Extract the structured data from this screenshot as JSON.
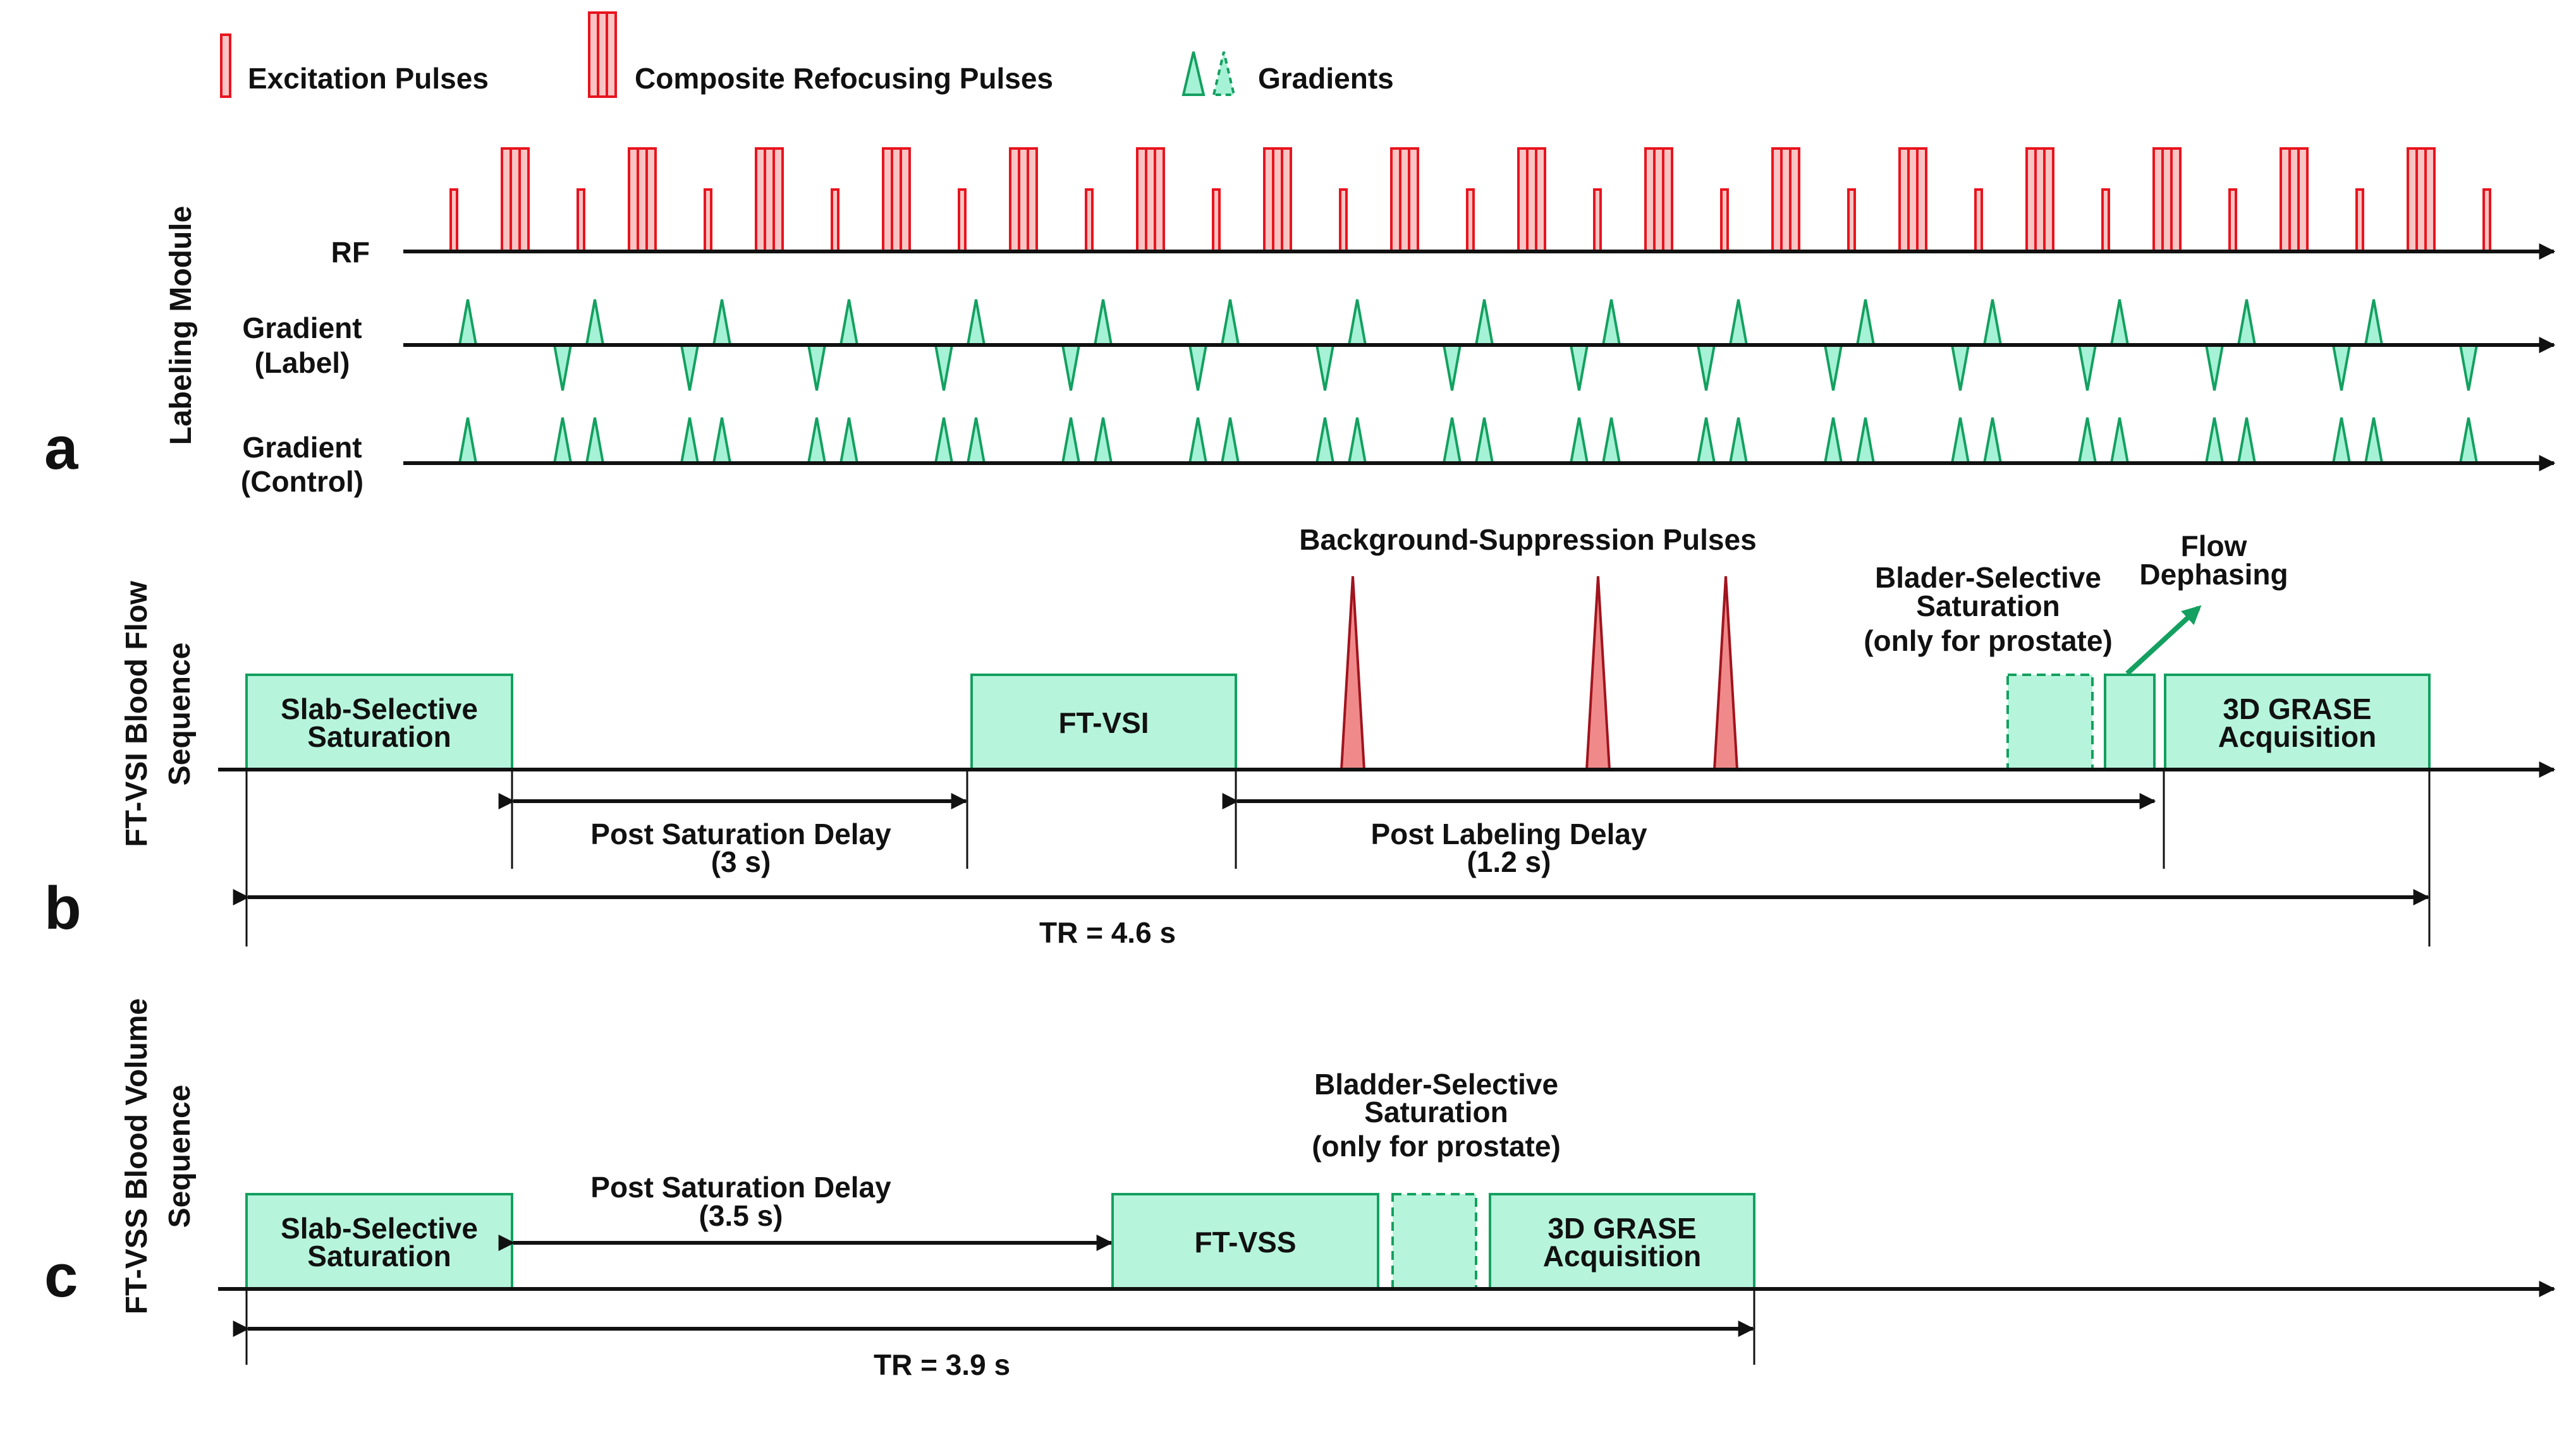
{
  "colors": {
    "rf_stroke": "#e8141e",
    "rf_fill": "#f8c4c4",
    "grad_stroke": "#14a060",
    "grad_fill": "#a6f2d6",
    "bs_stroke": "#a0141e",
    "bs_fill": "#f08a8a",
    "arrow": "#111111",
    "flow_arrow": "#14a060"
  },
  "legend": {
    "excitation": "Excitation Pulses",
    "composite": "Composite Refocusing Pulses",
    "gradients": "Gradients",
    "excitation_icon": "excitation-pulse-icon",
    "composite_icon": "composite-pulse-icon",
    "gradient_icon": "gradient-triangle-icon"
  },
  "panel_a": {
    "letter": "a",
    "side_label": "Labeling Module",
    "rf_label": "RF",
    "gl_label_1": "Gradient",
    "gl_label_2": "(Label)",
    "gc_label_1": "Gradient",
    "gc_label_2": "(Control)"
  },
  "panel_b": {
    "letter": "b",
    "side_label_1": "FT-VSI Blood Flow",
    "side_label_2": "Sequence",
    "slab_1": "Slab-Selective",
    "slab_2": "Saturation",
    "ftvsi": "FT-VSI",
    "bs_title": "Background-Suppression Pulses",
    "bladder_1": "Blader-Selective",
    "bladder_2": "Saturation",
    "bladder_3": "(only for prostate)",
    "flow_1": "Flow",
    "flow_2": "Dephasing",
    "grase_1": "3D GRASE",
    "grase_2": "Acquisition",
    "psd_1": "Post Saturation Delay",
    "psd_2": "(3 s)",
    "pld_1": "Post Labeling Delay",
    "pld_2": "(1.2 s)",
    "tr": "TR = 4.6 s"
  },
  "panel_c": {
    "letter": "c",
    "side_label_1": "FT-VSS Blood Volume",
    "side_label_2": "Sequence",
    "slab_1": "Slab-Selective",
    "slab_2": "Saturation",
    "psd_1": "Post Saturation Delay",
    "psd_2": "(3.5 s)",
    "bladder_1": "Bladder-Selective",
    "bladder_2": "Saturation",
    "bladder_3": "(only for prostate)",
    "ftvss": "FT-VSS",
    "grase_1": "3D GRASE",
    "grase_2": "Acquisition",
    "tr": "TR = 3.9 s"
  }
}
